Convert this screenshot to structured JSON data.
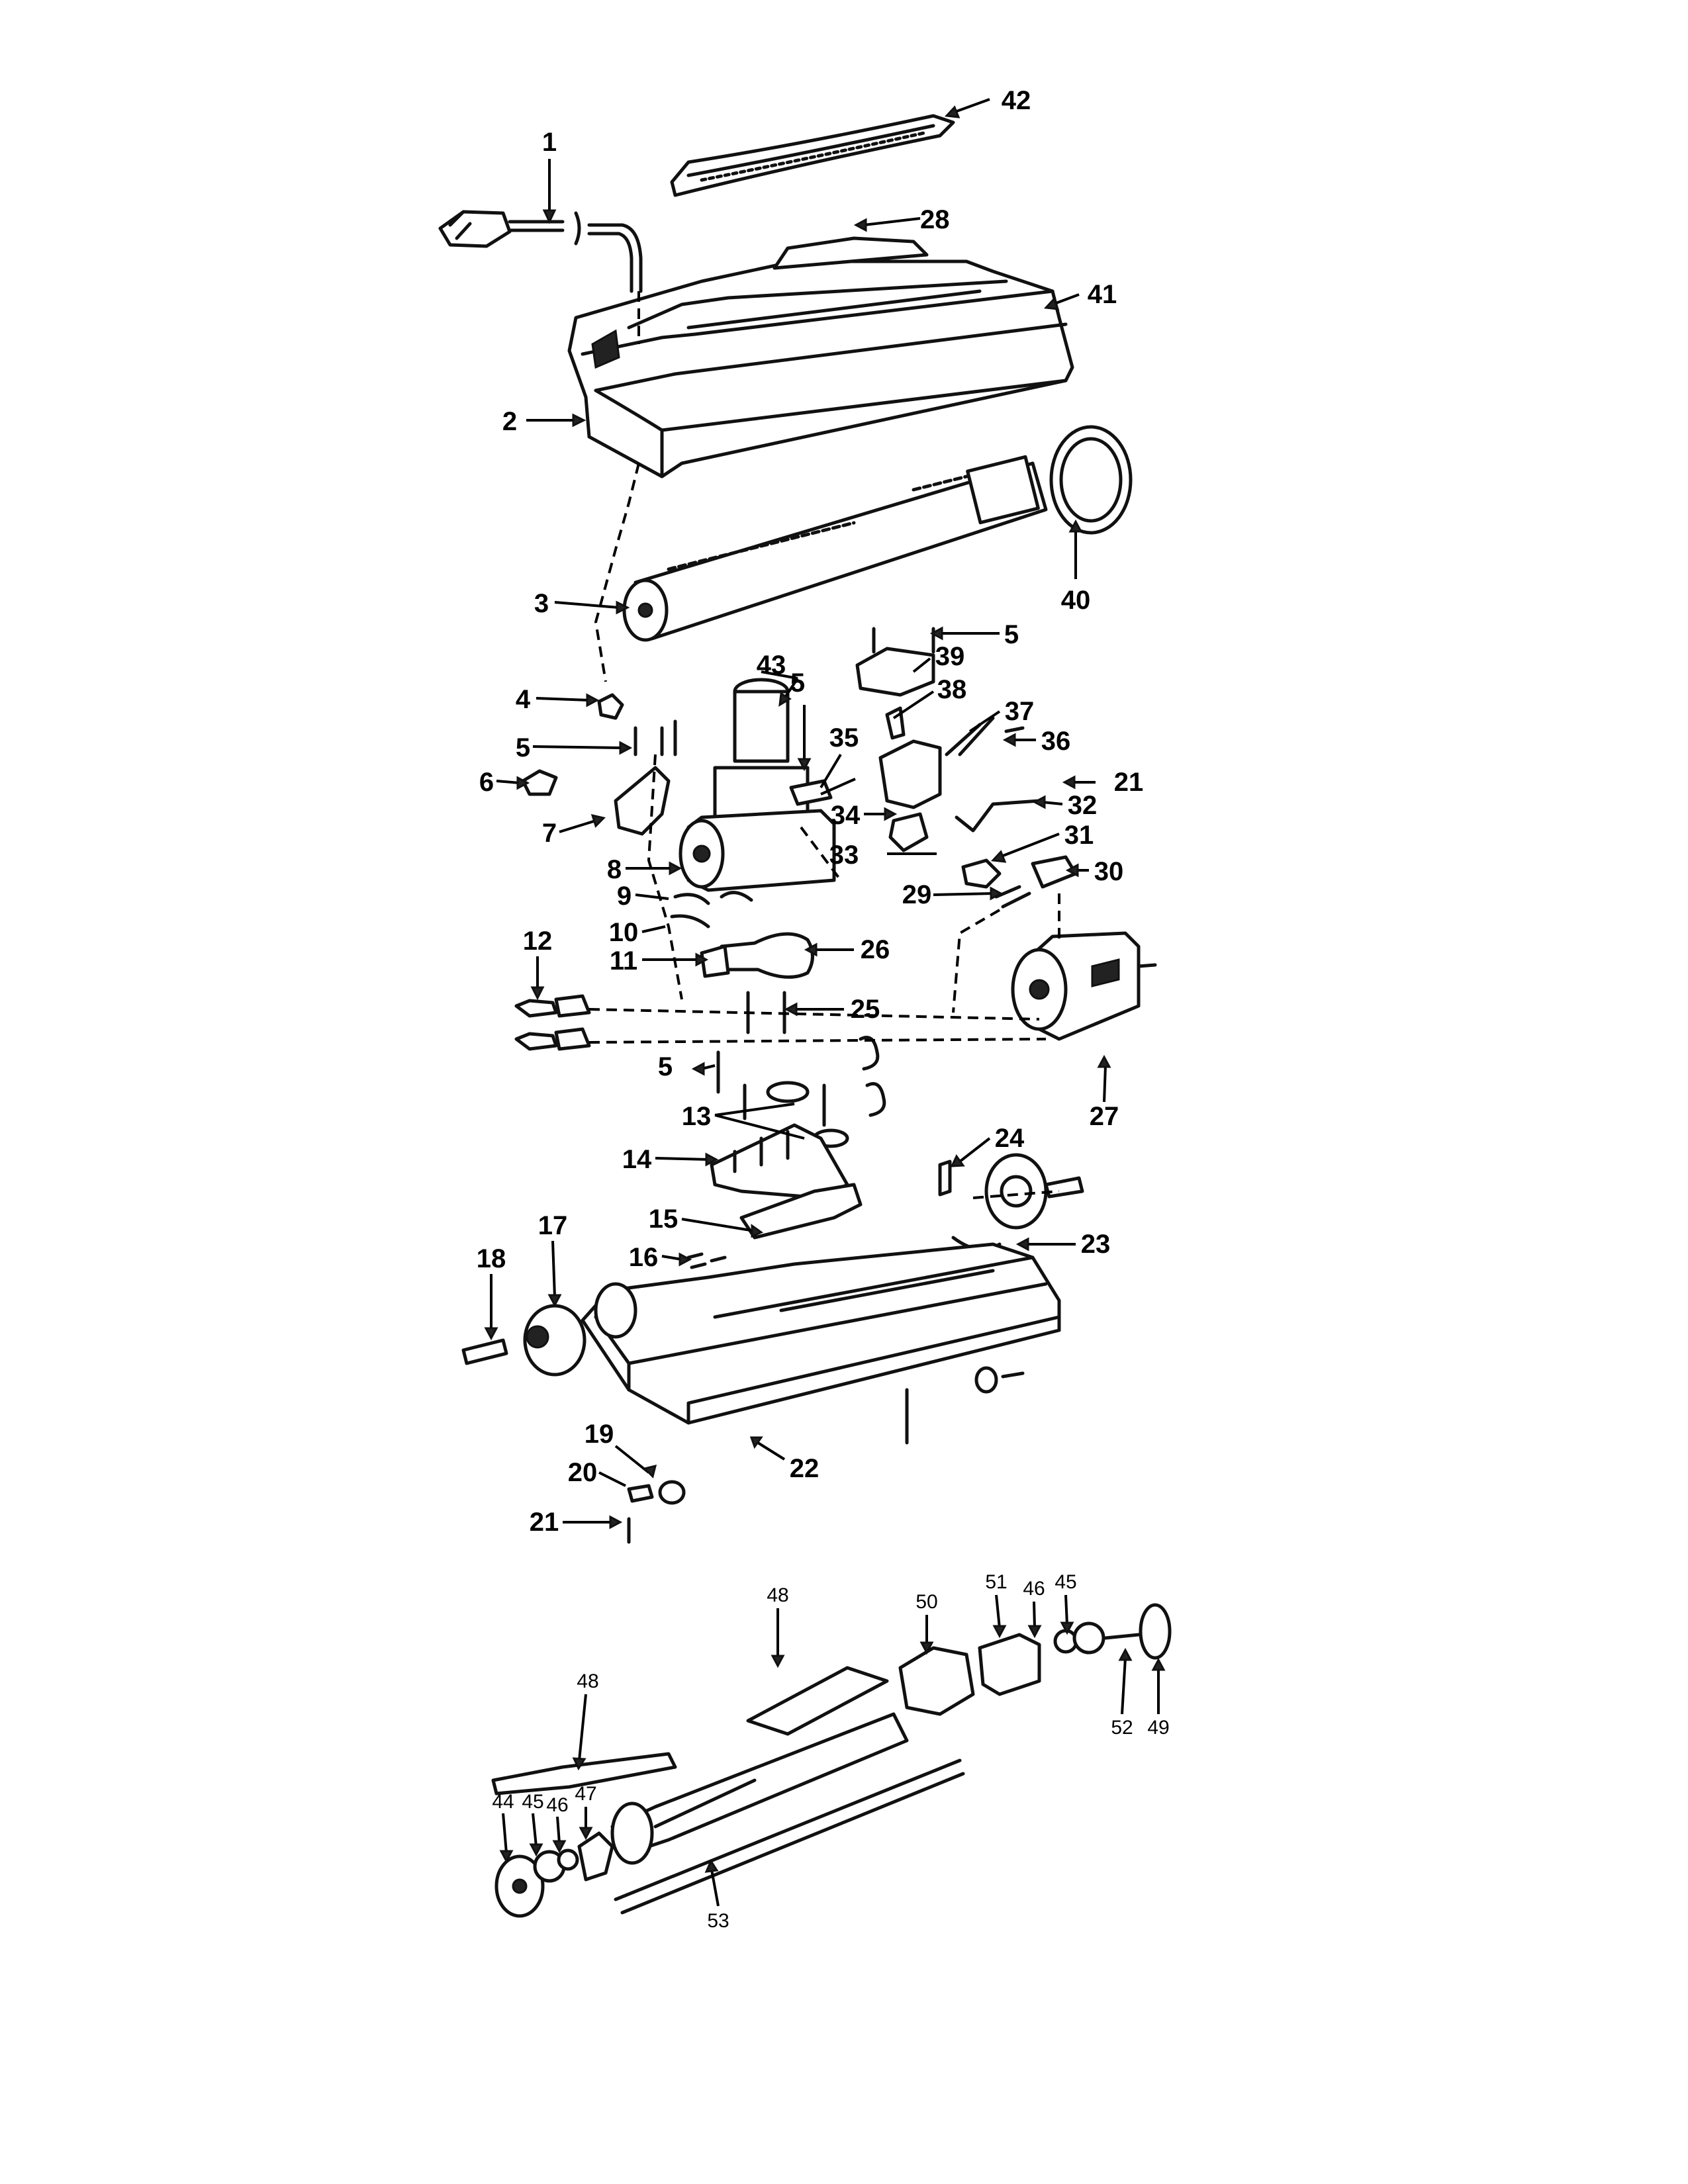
{
  "callouts": [
    {
      "id": "c1",
      "text": "1"
    },
    {
      "id": "c2",
      "text": "2"
    },
    {
      "id": "c3",
      "text": "3"
    },
    {
      "id": "c4",
      "text": "4"
    },
    {
      "id": "c5a",
      "text": "5"
    },
    {
      "id": "c5b",
      "text": "5"
    },
    {
      "id": "c5c",
      "text": "5"
    },
    {
      "id": "c5d",
      "text": "5"
    },
    {
      "id": "c6",
      "text": "6"
    },
    {
      "id": "c7",
      "text": "7"
    },
    {
      "id": "c8",
      "text": "8"
    },
    {
      "id": "c9",
      "text": "9"
    },
    {
      "id": "c10",
      "text": "10"
    },
    {
      "id": "c11",
      "text": "11"
    },
    {
      "id": "c12",
      "text": "12"
    },
    {
      "id": "c13",
      "text": "13"
    },
    {
      "id": "c14",
      "text": "14"
    },
    {
      "id": "c15",
      "text": "15"
    },
    {
      "id": "c16",
      "text": "16"
    },
    {
      "id": "c17",
      "text": "17"
    },
    {
      "id": "c18",
      "text": "18"
    },
    {
      "id": "c19",
      "text": "19"
    },
    {
      "id": "c20",
      "text": "20"
    },
    {
      "id": "c21a",
      "text": "21"
    },
    {
      "id": "c21b",
      "text": "21"
    },
    {
      "id": "c22",
      "text": "22"
    },
    {
      "id": "c23",
      "text": "23"
    },
    {
      "id": "c24",
      "text": "24"
    },
    {
      "id": "c25",
      "text": "25"
    },
    {
      "id": "c26",
      "text": "26"
    },
    {
      "id": "c27",
      "text": "27"
    },
    {
      "id": "c28",
      "text": "28"
    },
    {
      "id": "c29",
      "text": "29"
    },
    {
      "id": "c30",
      "text": "30"
    },
    {
      "id": "c31",
      "text": "31"
    },
    {
      "id": "c32",
      "text": "32"
    },
    {
      "id": "c33",
      "text": "33"
    },
    {
      "id": "c34",
      "text": "34"
    },
    {
      "id": "c35",
      "text": "35"
    },
    {
      "id": "c36",
      "text": "36"
    },
    {
      "id": "c37",
      "text": "37"
    },
    {
      "id": "c38",
      "text": "38"
    },
    {
      "id": "c39",
      "text": "39"
    },
    {
      "id": "c40",
      "text": "40"
    },
    {
      "id": "c41",
      "text": "41"
    },
    {
      "id": "c42",
      "text": "42"
    },
    {
      "id": "c43",
      "text": "43"
    },
    {
      "id": "c44",
      "text": "44"
    },
    {
      "id": "c45a",
      "text": "45"
    },
    {
      "id": "c45b",
      "text": "45"
    },
    {
      "id": "c46a",
      "text": "46"
    },
    {
      "id": "c46b",
      "text": "46"
    },
    {
      "id": "c47",
      "text": "47"
    },
    {
      "id": "c48a",
      "text": "48"
    },
    {
      "id": "c48b",
      "text": "48"
    },
    {
      "id": "c49",
      "text": "49"
    },
    {
      "id": "c50",
      "text": "50"
    },
    {
      "id": "c51",
      "text": "51"
    },
    {
      "id": "c52",
      "text": "52"
    },
    {
      "id": "c53",
      "text": "53"
    }
  ]
}
